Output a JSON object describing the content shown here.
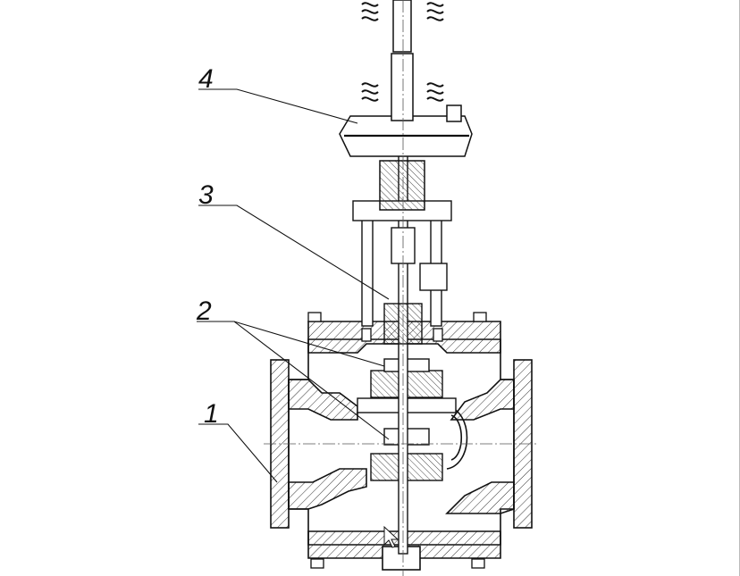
{
  "callouts": [
    {
      "id": "callout-1",
      "label": "1"
    },
    {
      "id": "callout-2",
      "label": "2"
    },
    {
      "id": "callout-3",
      "label": "3"
    },
    {
      "id": "callout-4",
      "label": "4"
    }
  ],
  "colors": {
    "line": "#111111",
    "hatch": "#333333",
    "centerline": "#555555",
    "background": "#ffffff"
  },
  "icons": [
    "mouse-cursor-icon"
  ]
}
